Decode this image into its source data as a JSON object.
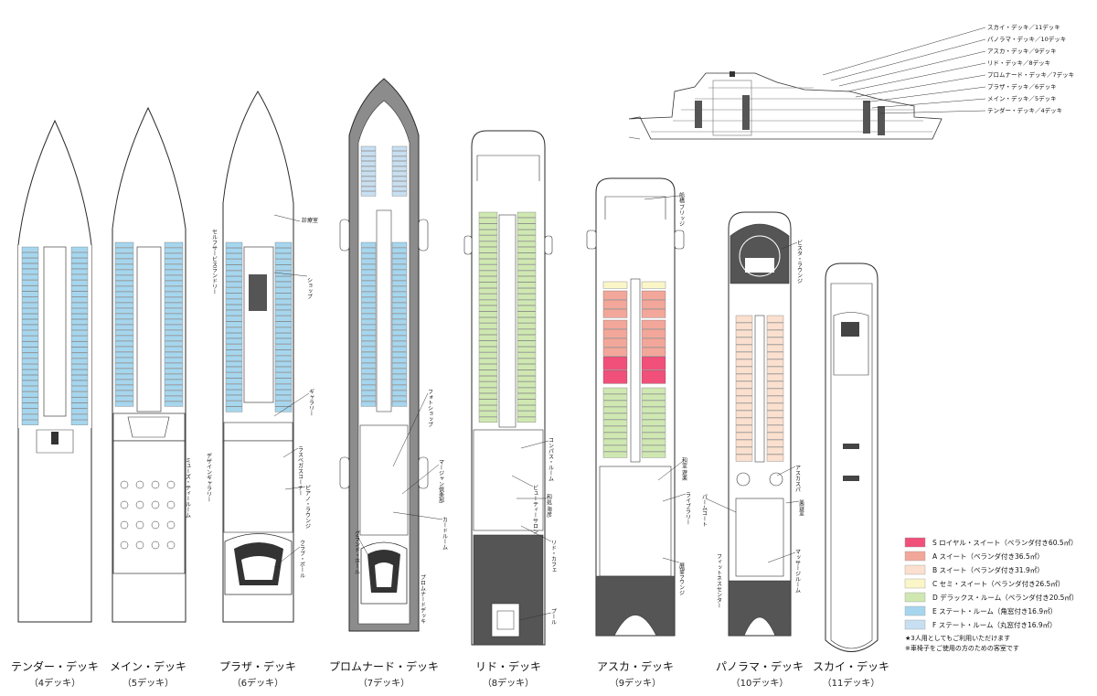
{
  "decks": [
    {
      "id": "d4",
      "name": "テンダー・デッキ",
      "number": "（4デッキ）"
    },
    {
      "id": "d5",
      "name": "メイン・デッキ",
      "number": "（5デッキ）"
    },
    {
      "id": "d6",
      "name": "プラザ・デッキ",
      "number": "（6デッキ）"
    },
    {
      "id": "d7",
      "name": "プロムナード・デッキ",
      "number": "（7デッキ）"
    },
    {
      "id": "d8",
      "name": "リド・デッキ",
      "number": "（8デッキ）"
    },
    {
      "id": "d9",
      "name": "アスカ・デッキ",
      "number": "（9デッキ）"
    },
    {
      "id": "d10",
      "name": "パノラマ・デッキ",
      "number": "（10デッキ）"
    },
    {
      "id": "d11",
      "name": "スカイ・デッキ",
      "number": "（11デッキ）"
    }
  ],
  "side_view": {
    "labels": [
      "スカイ・デッキ／11デッキ",
      "パノラマ・デッキ／10デッキ",
      "アスカ・デッキ／9デッキ",
      "リド・デッキ／8デッキ",
      "プロムナード・デッキ／7デッキ",
      "プラザ・デッキ／6デッキ",
      "メイン・デッキ／5デッキ",
      "テンダー・デッキ／4デッキ"
    ]
  },
  "facilities": {
    "d6": [
      "診療室",
      "ショップ",
      "セルフサービスランドリー",
      "デザインギャラリー",
      "ラスベガスコーナー",
      "ピアノ・ラウンジ",
      "ギャラリー",
      "クラブ・ボール"
    ],
    "d5": [
      "ミューズ・ティールーム"
    ],
    "d7": [
      "フォトショップ",
      "マージャン倶楽部",
      "カードルーム",
      "グランド・ホール",
      "プロムナードデッキ"
    ],
    "d8": [
      "コンパス・ルーム",
      "ビューティーサロン",
      "和処 海彦",
      "リド・カフェ",
      "プール"
    ],
    "d9": [
      "船橋 ブリッジ",
      "和室 遊楽",
      "ライブラリー",
      "展望ラウンジ"
    ],
    "d10": [
      "ビスタ・ラウンジ",
      "パームコート",
      "フィットネスセンター",
      "アスカスパ",
      "美容室",
      "マッサージルーム"
    ]
  },
  "legend": [
    {
      "code": "S",
      "text": "S ロイヤル・スイート（ベランダ付き60.5㎡）",
      "color": "#f0507a"
    },
    {
      "code": "A",
      "text": "A スイート（ベランダ付き36.5㎡）",
      "color": "#f2a79a"
    },
    {
      "code": "B",
      "text": "B スイート（ベランダ付き31.9㎡）",
      "color": "#fbe0cf"
    },
    {
      "code": "C",
      "text": "C セミ・スイート（ベランダ付き26.5㎡）",
      "color": "#fbf6c8"
    },
    {
      "code": "D",
      "text": "D デラックス・ルーム（ベランダ付き20.5㎡）",
      "color": "#cfe8b2"
    },
    {
      "code": "E",
      "text": "E ステート・ルーム（角窓付き16.9㎡）",
      "color": "#a6d6ee"
    },
    {
      "code": "F",
      "text": "F ステート・ルーム（丸窓付き16.9㎡）",
      "color": "#c7dff0"
    }
  ],
  "notes": [
    "★3人用としてもご利用いただけます",
    "※車椅子をご使用の方のための客室です"
  ],
  "colors": {
    "outline": "#2a2a2a",
    "dark_deck": "#555555",
    "grey_deck": "#8c8c8c"
  }
}
